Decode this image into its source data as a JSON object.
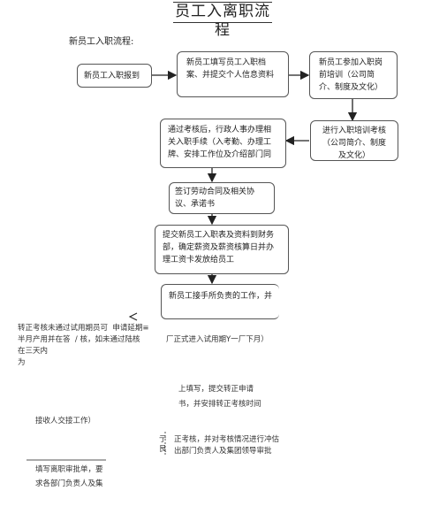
{
  "title": "员工入离职流程",
  "subtitle": "新员工入职流程:",
  "boxes": {
    "report": "新员工入职报到",
    "fill_file": "新员工填写员工入职档案、并提交个人信息资料",
    "training": "新员工参加入职岗前培训（公司简介、制度及文化）",
    "exam": "进行入职培训考核（公司简介、制度及文化）",
    "pass": "通过考核后，行政人事办理相关入职手续（入考勤、办理工牌、安排工作位及介绍部门同",
    "contract": "签订劳动合同及相关协议、承诺书",
    "submit": "提交新员工入职表及资料到财务部，确定薪资及薪资核算日并办理工资卡发放给员工",
    "handover": "新员工接手所负责的工作，并"
  },
  "texts": {
    "left_note": "转正考核未通过试用期员可  申请延期≡\n半月产用并在答  / 核，如未通过陆核\n在三天内\n为",
    "probation": "厂正式进入试用期Y一厂下月）",
    "apply_regular": "上填写，提交转正申请\n书，并安排转正考核时间",
    "accept_handover": "接收人交接工作）",
    "regular_exam": "正考核，并对考核情况进行冲估\n出部门负责人及集团领导审批",
    "leave_form": "填写离职审批单，要\n求各部门负责人及集",
    "side_mark": "亍\n艮"
  }
}
